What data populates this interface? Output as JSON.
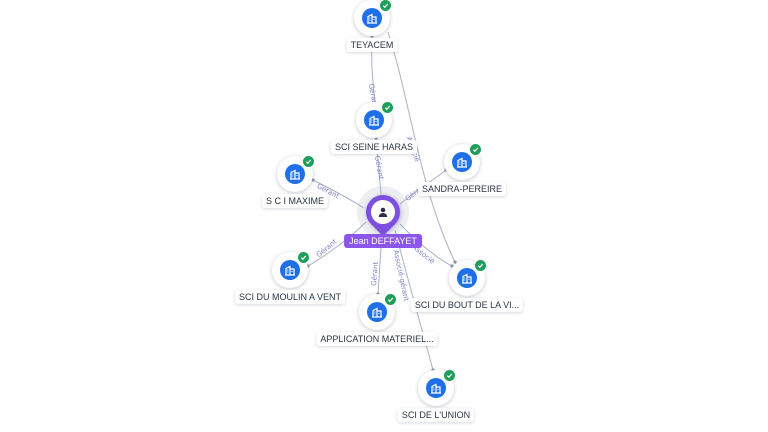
{
  "graph": {
    "person": {
      "id": "jean",
      "label": "Jean DEFFAYET",
      "icon": "person-icon",
      "color": "#8a56ec"
    },
    "companies": [
      {
        "id": "teyacem",
        "label": "TEYACEM",
        "icon": "building-icon",
        "verified": true
      },
      {
        "id": "seine_haras",
        "label": "SCI SEINE HARAS",
        "icon": "building-icon",
        "verified": true
      },
      {
        "id": "sandra",
        "label": "SANDRA-PEREIRE",
        "icon": "building-icon",
        "verified": true
      },
      {
        "id": "maxime",
        "label": "S C I MAXIME",
        "icon": "building-icon",
        "verified": true
      },
      {
        "id": "moulin",
        "label": "SCI DU MOULIN A VENT",
        "icon": "building-icon",
        "verified": true
      },
      {
        "id": "bout",
        "label": "SCI DU BOUT DE LA VI...",
        "icon": "building-icon",
        "verified": true
      },
      {
        "id": "application",
        "label": "APPLICATION MATERIEL...",
        "icon": "building-icon",
        "verified": true
      },
      {
        "id": "lunion",
        "label": "SCI DE L'UNION",
        "icon": "building-icon",
        "verified": true
      }
    ],
    "edges": [
      {
        "from": "jean",
        "to": "seine_haras",
        "label": "Gérant"
      },
      {
        "from": "seine_haras",
        "to": "teyacem",
        "label": "Gérant"
      },
      {
        "from": "jean",
        "to": "maxime",
        "label": "Gérant"
      },
      {
        "from": "jean",
        "to": "moulin",
        "label": "Gérant"
      },
      {
        "from": "jean",
        "to": "application",
        "label": "Gérant"
      },
      {
        "from": "jean",
        "to": "bout",
        "label": "Associé"
      },
      {
        "from": "jean",
        "to": "sandra",
        "label": "Gérant"
      },
      {
        "from": "teyacem",
        "to": "bout",
        "label": "Associé"
      },
      {
        "from": "jean",
        "to": "lunion",
        "label": "Associé-gérant"
      }
    ]
  },
  "colors": {
    "company_icon": "#1f6fe8",
    "verified_badge": "#1e9e5a",
    "person_pin": "#7c4fe0",
    "edge": "#a7b2c4",
    "edge_label": "#7b83c9"
  }
}
